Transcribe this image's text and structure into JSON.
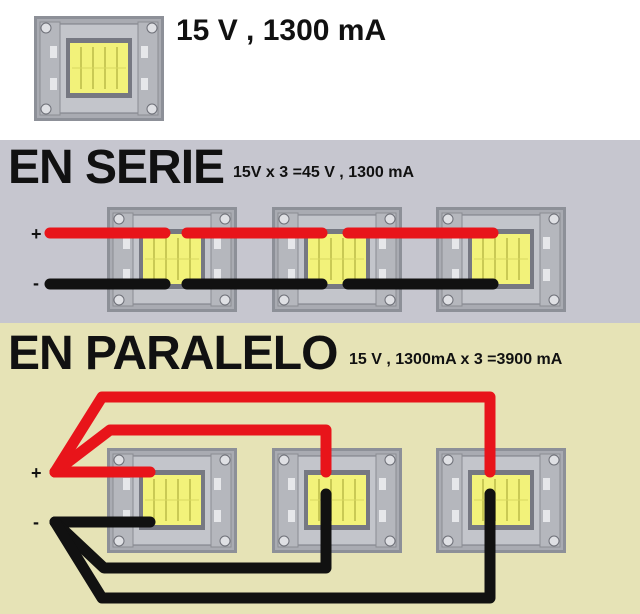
{
  "single": {
    "spec": "15 V , 1300 mA"
  },
  "serie": {
    "heading": "EN SERIE",
    "formula": "15V x 3 =45 V , 1300 mA",
    "plus": "+",
    "minus": "-"
  },
  "paralelo": {
    "heading": "EN PARALELO",
    "formula": "15 V , 1300mA x 3 =3900 mA",
    "plus": "+",
    "minus": "-"
  },
  "colors": {
    "positive_wire": "#e8141a",
    "negative_wire": "#111111",
    "serie_background": "#c6c6cf",
    "paralelo_background": "#e6e3b6",
    "led_emitter": "#f2f27a"
  }
}
